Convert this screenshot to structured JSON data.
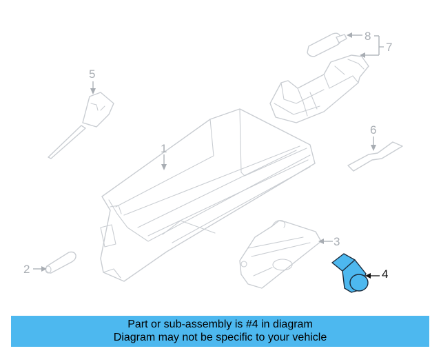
{
  "callouts": {
    "c1": "1",
    "c2": "2",
    "c3": "3",
    "c4": "4",
    "c5": "5",
    "c6": "6",
    "c7": "7",
    "c8": "8"
  },
  "highlighted_part": "4",
  "colors": {
    "highlight": "#4db8ef",
    "line": "#c9cdd2",
    "label": "#a8adb3"
  },
  "banner": {
    "line1": "Part or sub-assembly is #4 in diagram",
    "line2": "Diagram may not be specific to your vehicle"
  }
}
